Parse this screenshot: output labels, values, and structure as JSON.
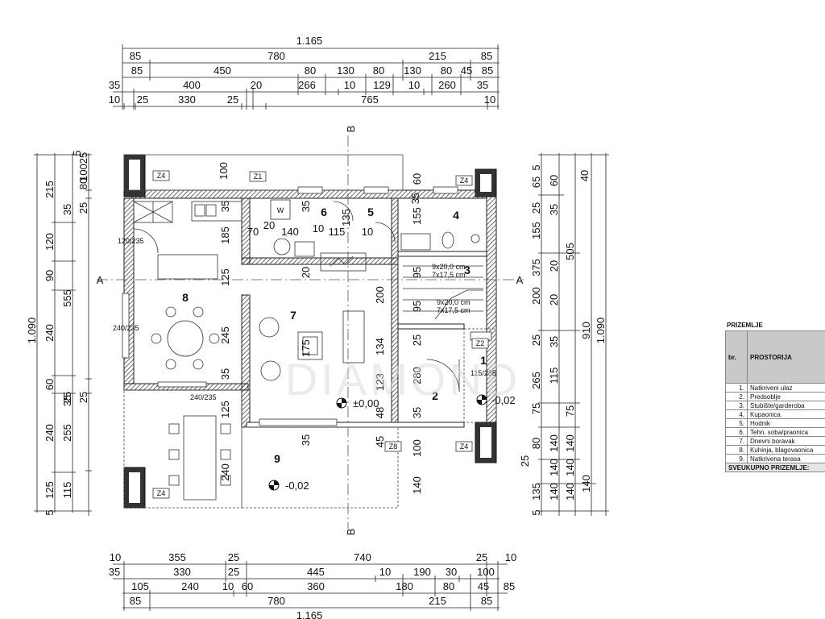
{
  "top_dims": {
    "total": "1.165",
    "row1": [
      "85",
      "780",
      "215",
      "85"
    ],
    "row2": [
      "85",
      "450",
      "80",
      "130",
      "80",
      "130",
      "80",
      "45",
      "85"
    ],
    "row3": [
      "35",
      "400",
      "20",
      "266",
      "10",
      "129",
      "10",
      "260",
      "35"
    ],
    "row4": [
      "10",
      "25",
      "330",
      "25",
      "765",
      "10"
    ]
  },
  "bottom_dims": {
    "row1": [
      "10",
      "355",
      "25",
      "740",
      "25",
      "10"
    ],
    "row2": [
      "35",
      "330",
      "25",
      "445",
      "10",
      "190",
      "30",
      "100"
    ],
    "row3": [
      "105",
      "240",
      "10",
      "60",
      "360",
      "180",
      "80",
      "45",
      "85"
    ],
    "row4": [
      "85",
      "780",
      "215",
      "85"
    ],
    "total": "1.165"
  },
  "left_dims": {
    "total": "1.090",
    "col_a": [
      "215",
      "120",
      "90",
      "240",
      "60",
      "240",
      "125",
      "5"
    ],
    "col_b": [
      "555",
      "35",
      "255",
      "115"
    ],
    "col_c": [
      "100",
      "25",
      "80",
      "25",
      "35",
      "25"
    ],
    "top_small": [
      "5",
      "25"
    ]
  },
  "right_dims": {
    "col_a": [
      "5",
      "65",
      "25",
      "155",
      "375",
      "200",
      "25",
      "265",
      "75",
      "80",
      "25",
      "135",
      "5"
    ],
    "col_b": [
      "40",
      "60",
      "20",
      "35",
      "115",
      "140",
      "140",
      "140"
    ],
    "col_c": [
      "505",
      "75",
      "140",
      "140",
      "140"
    ],
    "col_d": [
      "910"
    ],
    "col_e": [
      "1.090"
    ],
    "extra": [
      "35",
      "20"
    ]
  },
  "section_marks": {
    "a": "A",
    "b": "B"
  },
  "tags": {
    "z1": "Z1",
    "z2": "Z2",
    "z4": "Z4",
    "z8": "Z8",
    "w": "W"
  },
  "rooms": [
    "1",
    "2",
    "3",
    "4",
    "5",
    "6",
    "7",
    "8",
    "9"
  ],
  "levels": {
    "main": "±0,00",
    "entry": "-0,02",
    "terrace": "-0,02"
  },
  "interior_dims": [
    "100",
    "185",
    "125",
    "35",
    "70",
    "20",
    "140",
    "10",
    "115",
    "10",
    "135",
    "35",
    "155",
    "60",
    "95",
    "95",
    "200",
    "134",
    "123",
    "48",
    "35",
    "280",
    "25",
    "35",
    "100",
    "140",
    "175",
    "245",
    "35",
    "125",
    "240",
    "20",
    "35",
    "45"
  ],
  "opening_notes": [
    "120/235",
    "240/235",
    "240/235",
    "115/235"
  ],
  "stair_notes": [
    "9x20,0 cm",
    "7x17,5 cm",
    "9x20,0 cm",
    "7x17,5 cm"
  ],
  "watermark": "DIAMOND",
  "legend": {
    "title": "PRIZEMLJE",
    "col_no": "br.",
    "col_room": "PROSTORIJA",
    "rows": [
      {
        "no": "1.",
        "name": "Natkriveni ulaz"
      },
      {
        "no": "2.",
        "name": "Predsoblje"
      },
      {
        "no": "3.",
        "name": "Stubište/garderoba"
      },
      {
        "no": "4.",
        "name": "Kupaonica"
      },
      {
        "no": "5.",
        "name": "Hodnik"
      },
      {
        "no": "6.",
        "name": "Tehn. soba/praonica"
      },
      {
        "no": "7.",
        "name": "Dnevni boravak"
      },
      {
        "no": "8.",
        "name": "Kuhinja, blagovaonica"
      },
      {
        "no": "9.",
        "name": "Natkrivena terasa"
      }
    ],
    "total_label": "SVEUKUPNO PRIZEMLJE:"
  }
}
